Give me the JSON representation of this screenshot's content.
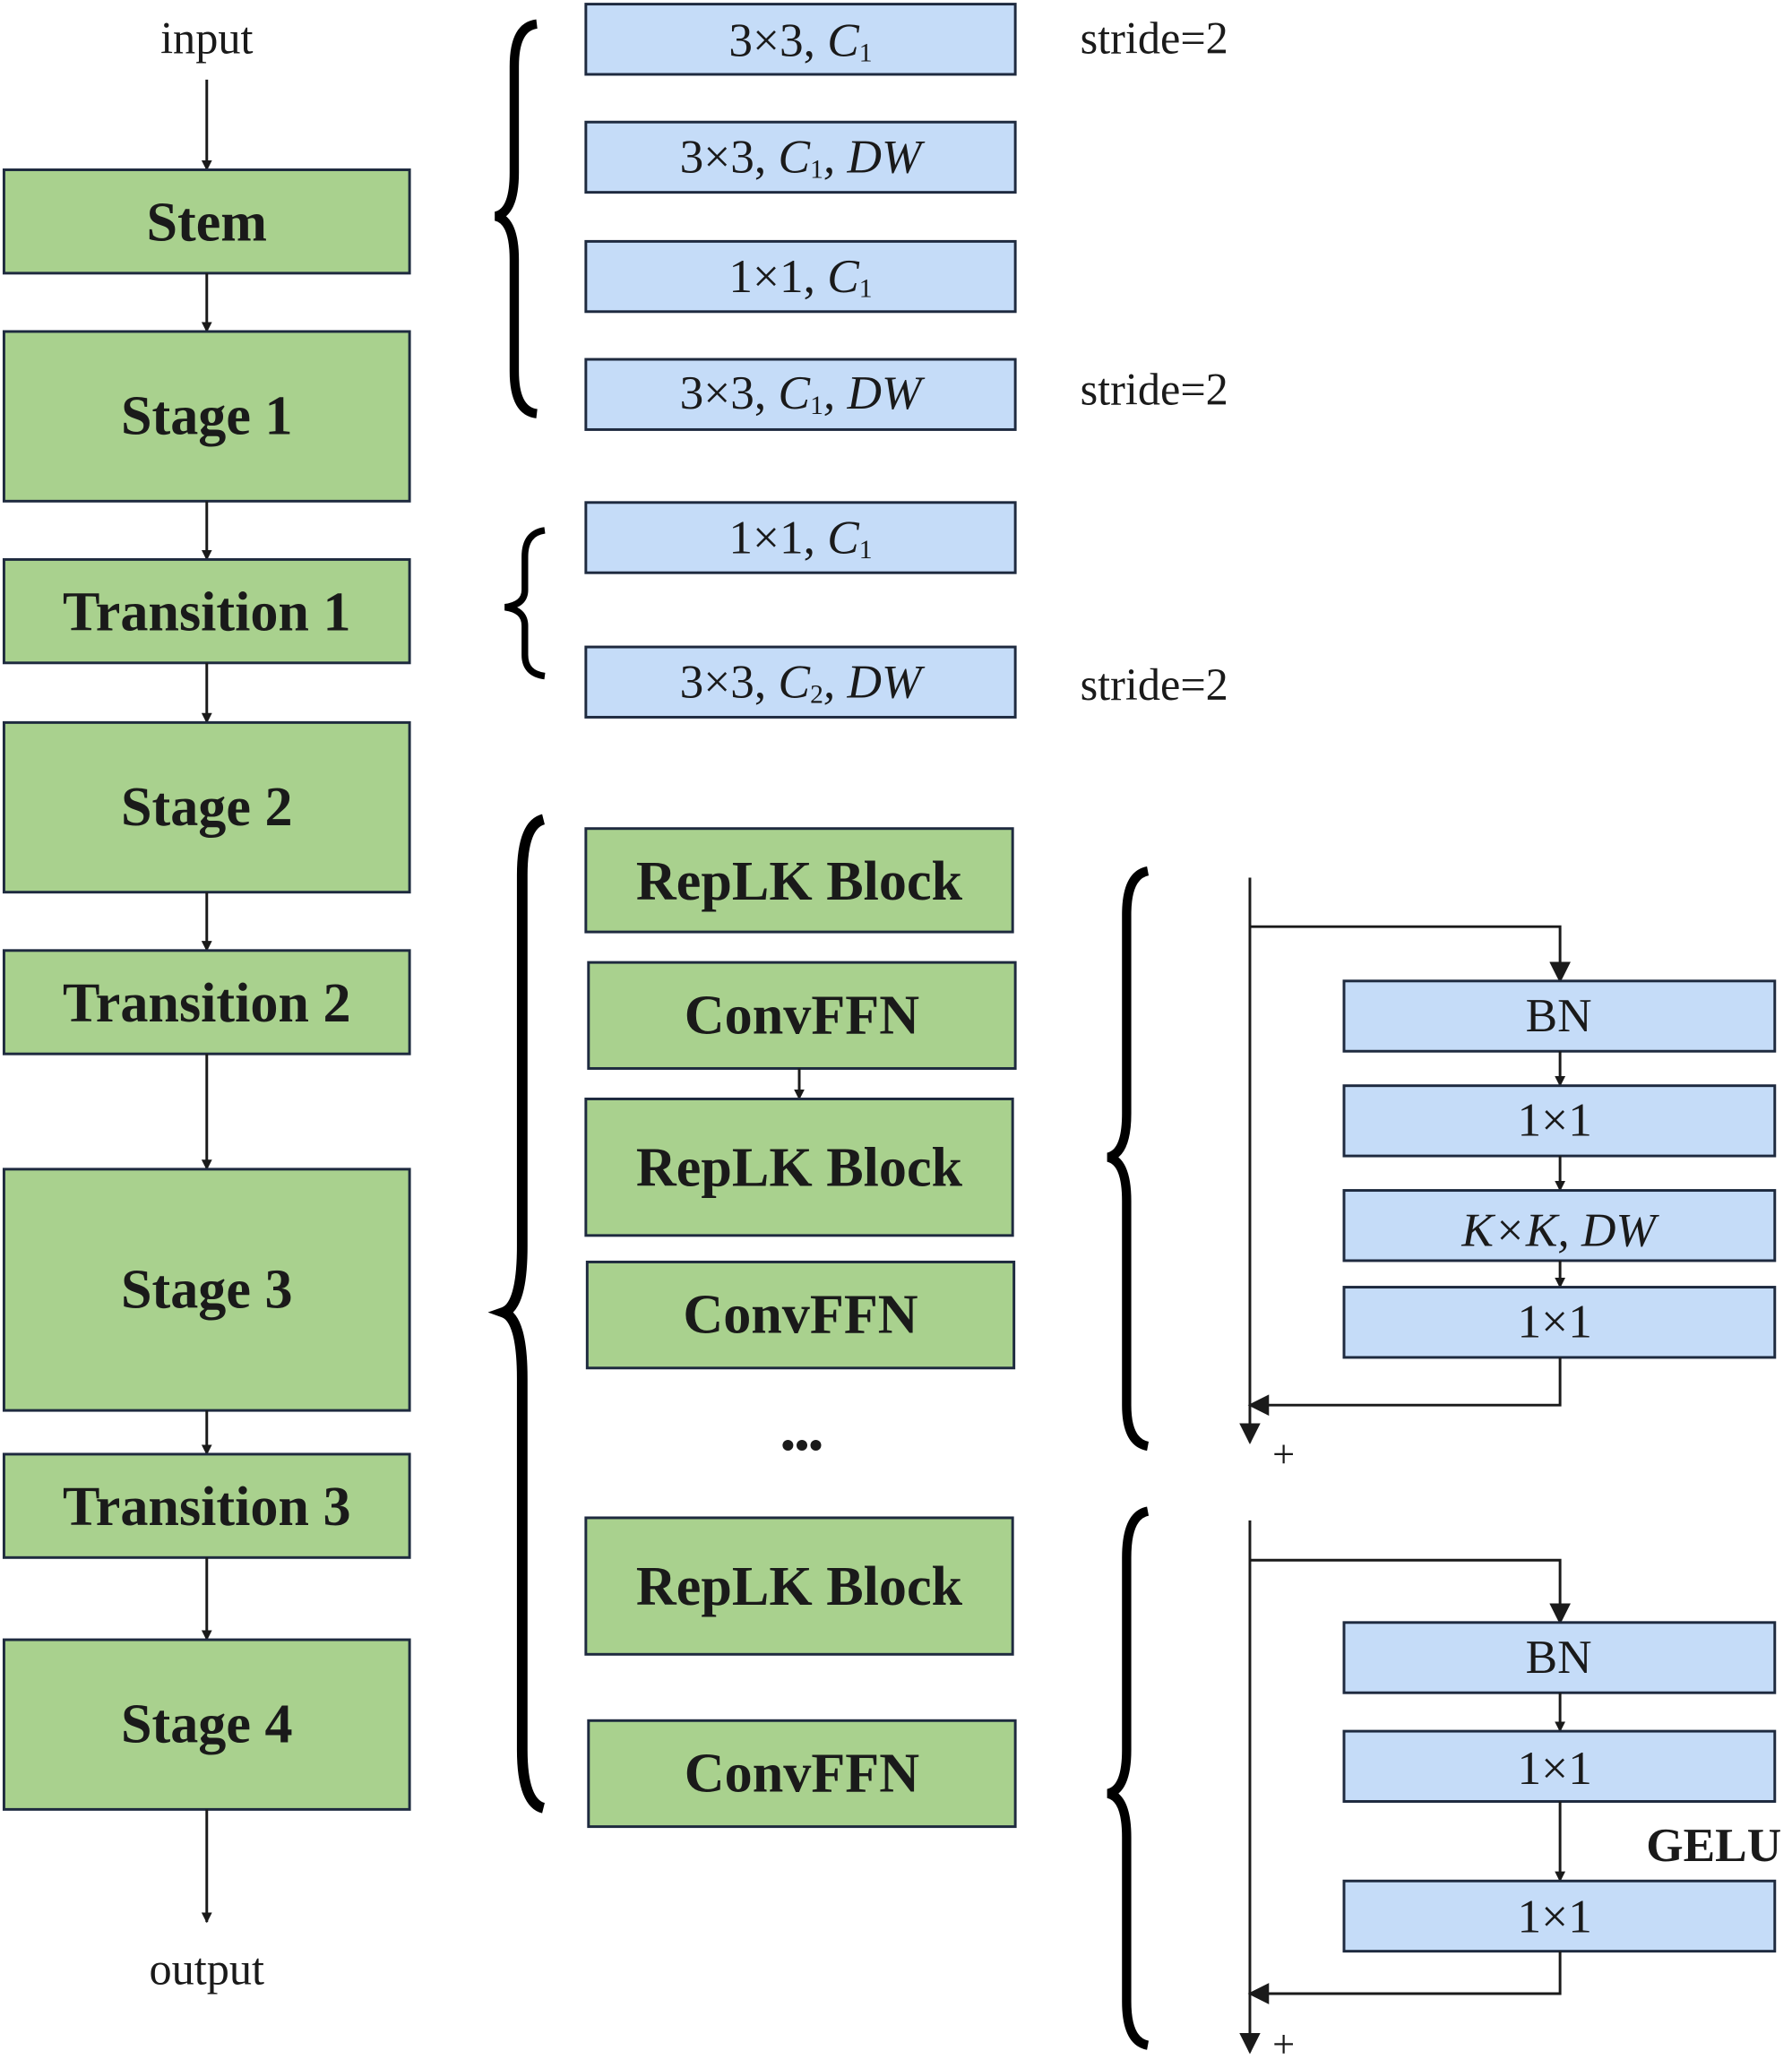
{
  "colors": {
    "stage_block": "#a9d18e",
    "op_block": "#c5dcf8",
    "border": "#1e2a3f",
    "text": "#1a1a1a"
  },
  "backbone": {
    "input_label": "input",
    "output_label": "output",
    "blocks": [
      "Stem",
      "Stage 1",
      "Transition 1",
      "Stage 2",
      "Transition 2",
      "Stage 3",
      "Transition 3",
      "Stage 4"
    ]
  },
  "stem_detail": {
    "layers": [
      {
        "kernel": "3×3, ",
        "channel": "C",
        "sub": "1",
        "suffix": "",
        "note": "stride=2"
      },
      {
        "kernel": "3×3, ",
        "channel": "C",
        "sub": "1",
        "suffix": ", DW",
        "note": ""
      },
      {
        "kernel": "1×1, ",
        "channel": "C",
        "sub": "1",
        "suffix": "",
        "note": ""
      },
      {
        "kernel": "3×3, ",
        "channel": "C",
        "sub": "1",
        "suffix": ", DW",
        "note": "stride=2"
      }
    ]
  },
  "transition_detail": {
    "layers": [
      {
        "kernel": "1×1, ",
        "channel": "C",
        "sub": "1",
        "suffix": "",
        "note": ""
      },
      {
        "kernel": "3×3, ",
        "channel": "C",
        "sub": "2",
        "suffix": ", DW",
        "note": "stride=2"
      }
    ]
  },
  "stage_detail": {
    "blocks": [
      "RepLK Block",
      "ConvFFN",
      "RepLK Block",
      "ConvFFN",
      "RepLK Block",
      "ConvFFN"
    ],
    "ellipsis": "•••"
  },
  "replk_block_detail": {
    "layers": [
      "BN",
      "1×1",
      "K×K, DW",
      "1×1"
    ],
    "sum_label": "+"
  },
  "convffn_detail": {
    "layers": [
      "BN",
      "1×1",
      "1×1"
    ],
    "activation": "GELU",
    "sum_label": "+"
  }
}
